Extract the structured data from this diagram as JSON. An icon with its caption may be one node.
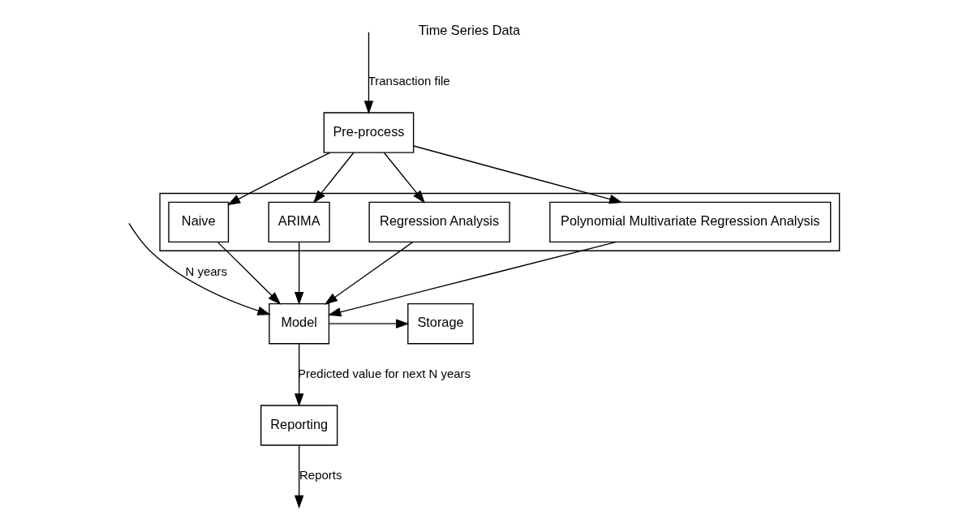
{
  "diagram": {
    "nodes": [
      {
        "text": [],
        "shape": "box"
      },
      {
        "text": [
          "Pre-process"
        ]
      },
      {
        "text": [
          "Naive"
        ],
        "in": 0
      },
      {
        "text": [
          "ARIMA"
        ],
        "in": 0
      },
      {
        "text": [
          "Regression Analysis"
        ],
        "in": 0
      },
      {
        "text": [
          "Polynomial Multivariate Regression Analysis"
        ],
        "in": 0
      },
      {
        "text": [
          "Model"
        ]
      },
      {
        "text": [
          "Storage"
        ]
      },
      {
        "text": [
          "Reporting"
        ]
      }
    ],
    "edges": [
      {
        "from": null,
        "to": 1,
        "arrow": "to",
        "label": "Transaction file"
      },
      {
        "from": 1,
        "to": 2,
        "arrow": "to"
      },
      {
        "from": 1,
        "to": 3,
        "arrow": "to"
      },
      {
        "from": 1,
        "to": 4,
        "arrow": "to"
      },
      {
        "from": 1,
        "to": 5,
        "arrow": "to"
      },
      {
        "from": 2,
        "to": 6,
        "arrow": "to"
      },
      {
        "from": 3,
        "to": 6,
        "arrow": "to"
      },
      {
        "from": 4,
        "to": 6,
        "arrow": "to"
      },
      {
        "from": 5,
        "to": 6,
        "arrow": "to"
      },
      {
        "from": null,
        "to": 6,
        "arrow": "to",
        "label": "N years"
      },
      {
        "from": 6,
        "to": 7,
        "arrow": "to"
      },
      {
        "from": 6,
        "to": 8,
        "arrow": "to",
        "label": "Predicted value for next N years"
      },
      {
        "from": 8,
        "to": null,
        "arrow": "to",
        "label": "Reports"
      }
    ],
    "labels": [
      "Time Series Data"
    ]
  }
}
